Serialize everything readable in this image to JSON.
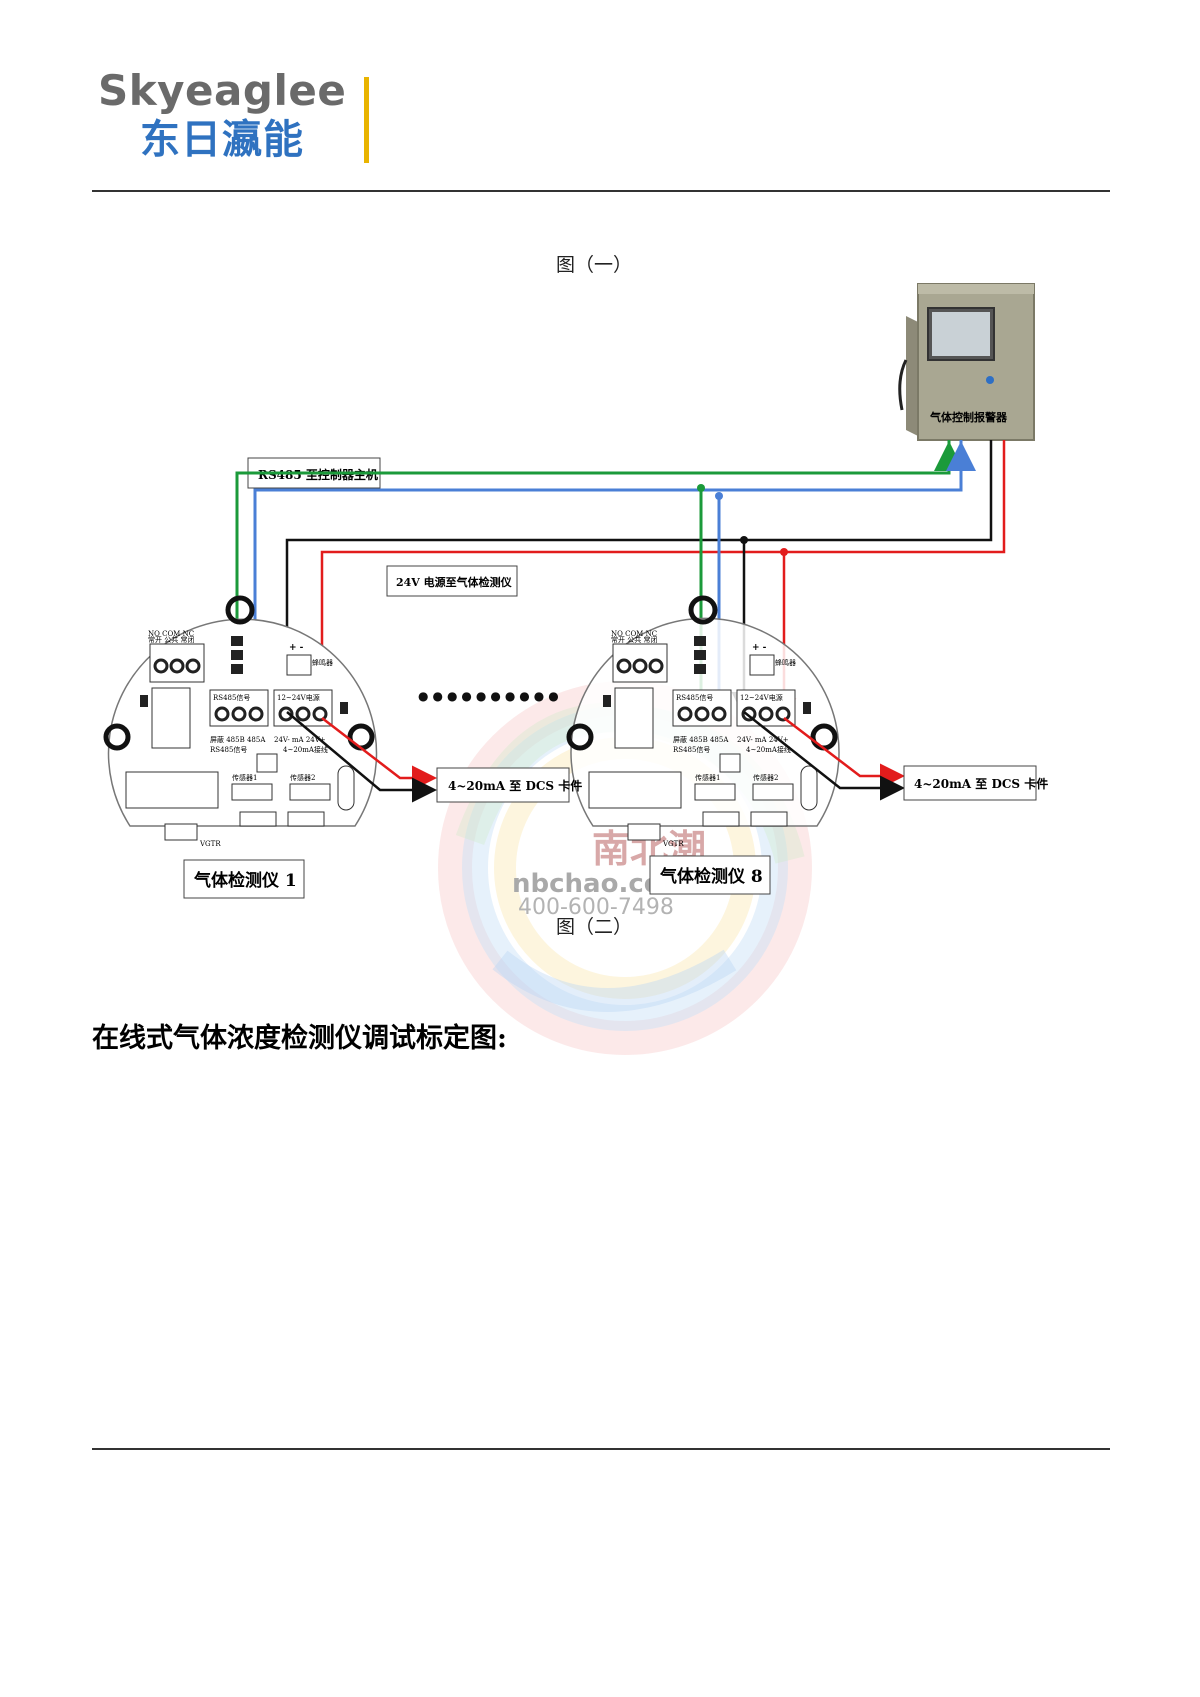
{
  "header": {
    "logo_en": "Skyeaglee",
    "logo_cn": "东日瀛能"
  },
  "captions": {
    "fig1": "图（一）",
    "fig2": "图（二）"
  },
  "diagram": {
    "controller_label": "气体控制报警器",
    "rs485_label": "RS485 至控制器主机",
    "power_label": "24V 电源至气体检测仪",
    "dcs_label_1": "4~20mA 至 DCS 卡件",
    "dcs_label_2": "4~20mA 至 DCS 卡件",
    "detector_1": "气体检测仪 1",
    "detector_8": "气体检测仪 8",
    "ellipsis": "●●●●●●●●●●",
    "board": {
      "relay_top": "NO COM NC",
      "relay_cn": "常开 公共 常闭",
      "rs485_block": "RS485信号",
      "power_block": "12~24V电源",
      "pins_rs485": "屏蔽  485B  485A",
      "rs485_sub": "RS485信号",
      "pins_power": "24V- mA 24V+",
      "ma_sub": "4~20mA接线",
      "sensor1": "传感器1",
      "sensor2": "传感器2",
      "buzzer": "蜂鸣器",
      "vgtr": "VGTR",
      "plus_minus": "+ -"
    }
  },
  "watermark": {
    "cn": "南北潮",
    "site": "nbchao.com",
    "phone": "400-600-7498"
  },
  "section_heading": "在线式气体浓度检测仪调试标定图:"
}
